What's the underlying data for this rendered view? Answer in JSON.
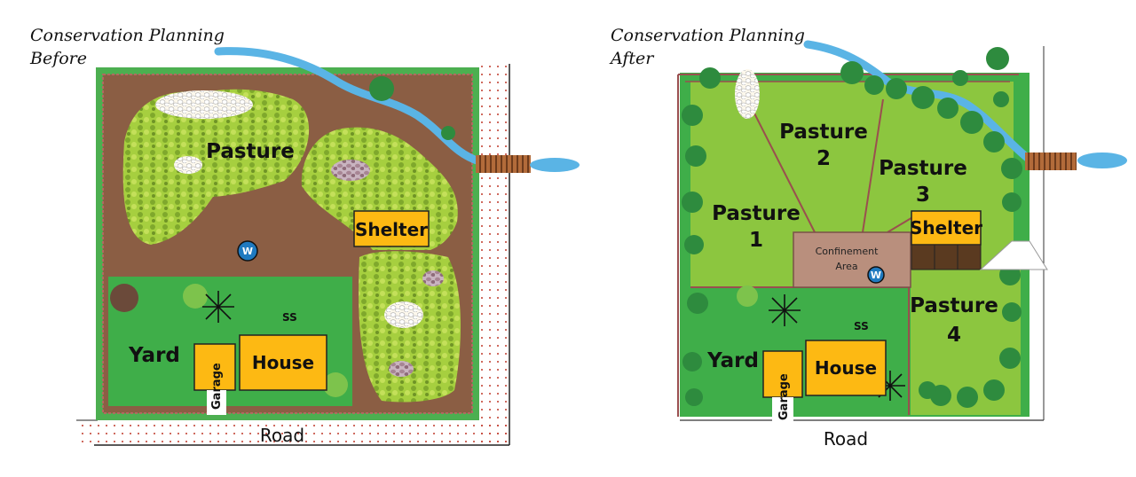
{
  "before": {
    "title_line1": "Conservation Planning",
    "title_line2": "Before",
    "pasture": "Pasture",
    "shelter": "Shelter",
    "yard": "Yard",
    "house": "House",
    "garage": "Garage",
    "road": "Road",
    "ss": "SS",
    "well": "W"
  },
  "after": {
    "title_line1": "Conservation Planning",
    "title_line2": "After",
    "pasture_word": "Pasture",
    "pasture1_num": "1",
    "pasture2_num": "2",
    "pasture3_num": "3",
    "pasture4_num": "4",
    "confinement_line1": "Confinement",
    "confinement_line2": "Area",
    "shelter": "Shelter",
    "yard": "Yard",
    "house": "House",
    "garage": "Garage",
    "road": "Road",
    "ss": "SS",
    "well": "W"
  },
  "colors": {
    "pasture_green": "#8cc63f",
    "yard_green": "#3fae49",
    "bare_brown": "#8b5e44",
    "building_yellow": "#fdb913",
    "stream_blue": "#5ab4e5",
    "well_blue": "#1f7ac0"
  }
}
